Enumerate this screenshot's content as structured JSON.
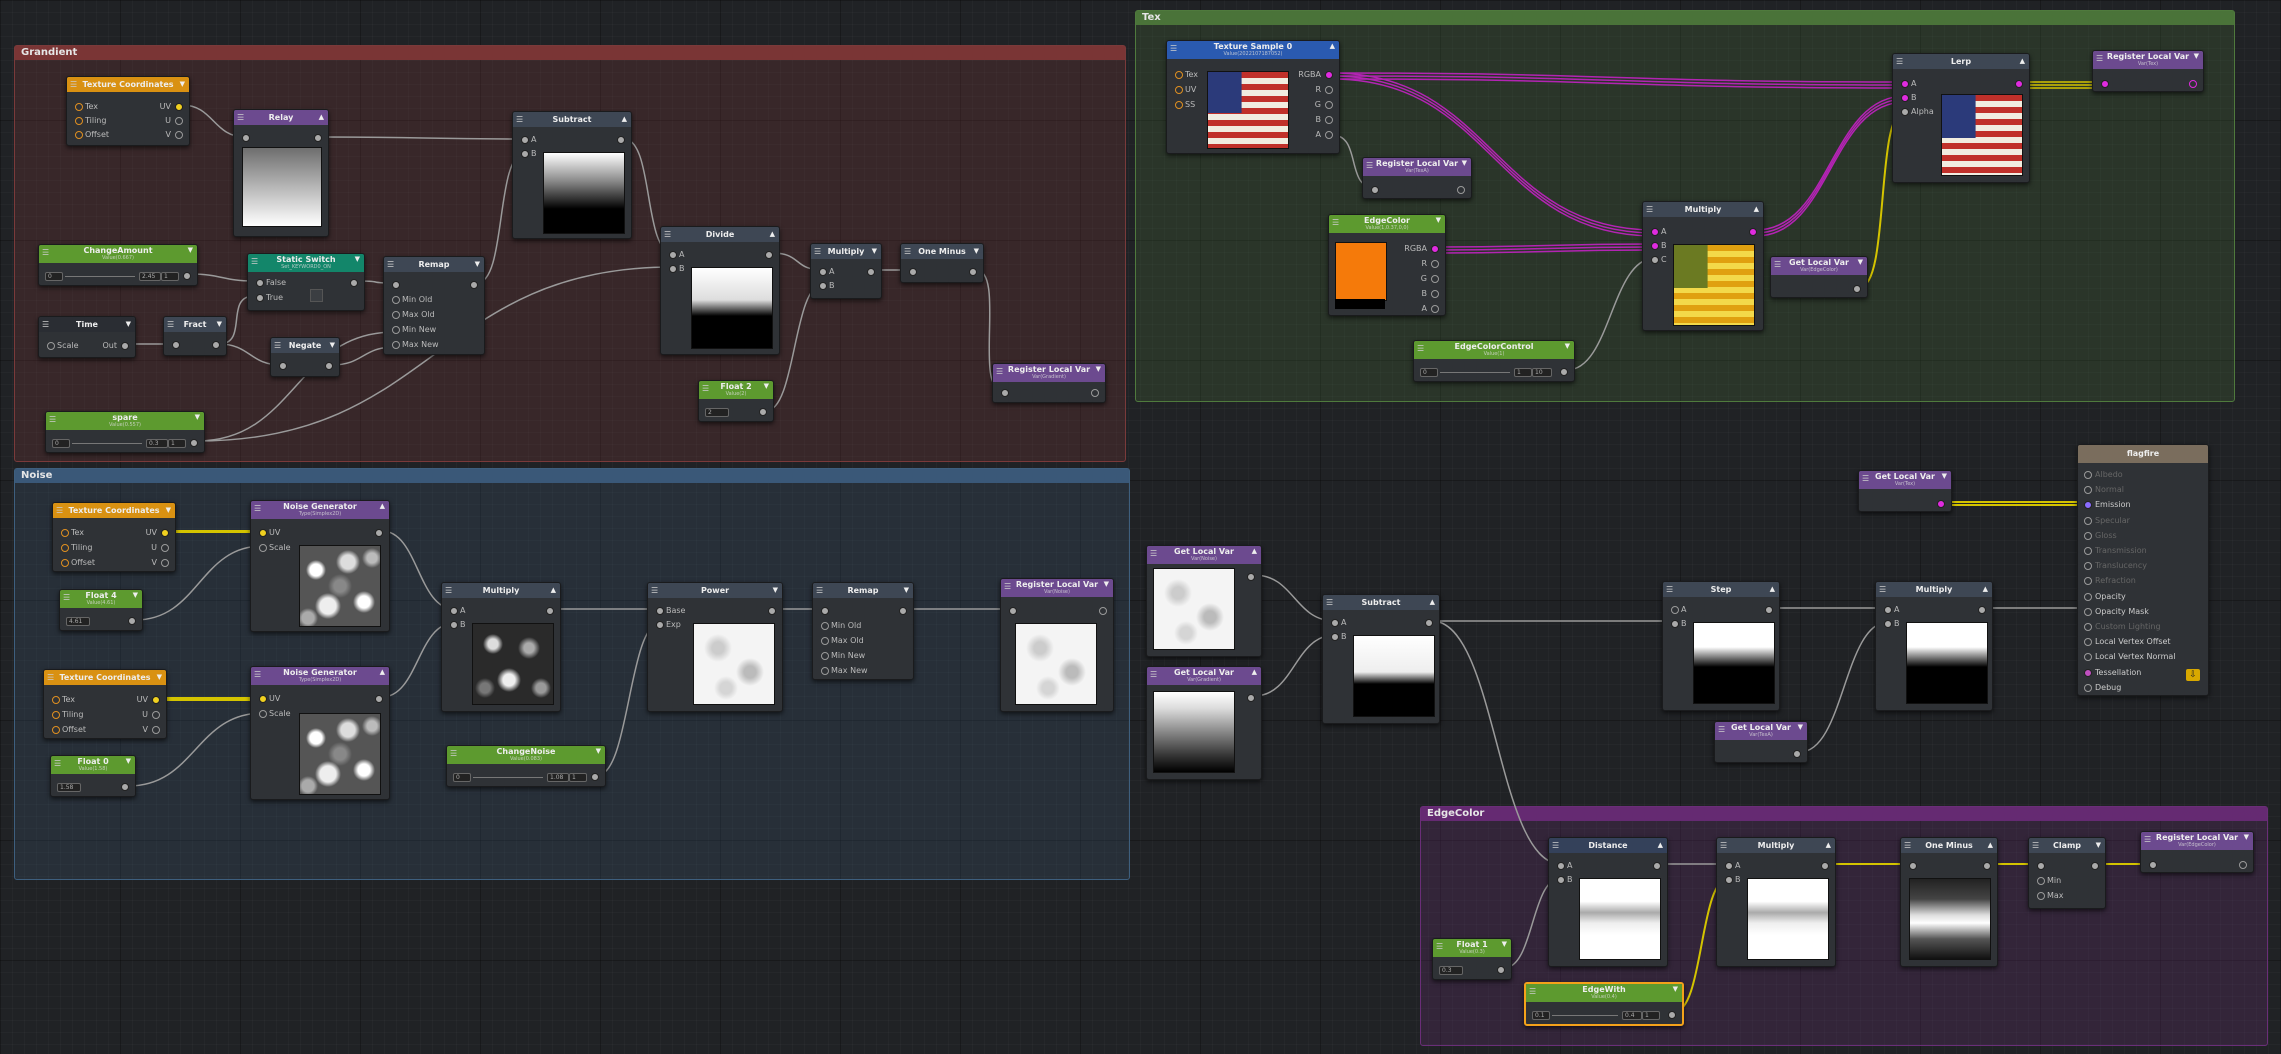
{
  "groups": {
    "gradient": {
      "title": "Grandient",
      "color": "#8c3b3b"
    },
    "noise": {
      "title": "Noise",
      "color": "#3e5f7e"
    },
    "tex": {
      "title": "Tex",
      "color": "#4f7a3d"
    },
    "edgecolor": {
      "title": "EdgeColor",
      "color": "#6a2e78"
    }
  },
  "ports": {
    "tex": "Tex",
    "tiling": "Tiling",
    "offset": "Offset",
    "uv": "UV",
    "u": "U",
    "v": "V",
    "a": "A",
    "b": "B",
    "c": "C",
    "alpha": "Alpha",
    "rgba": "RGBA",
    "r": "R",
    "g": "G",
    "ss": "SS",
    "false": "False",
    "true": "True",
    "scale": "Scale",
    "out": "Out",
    "base": "Base",
    "exp": "Exp",
    "min_old": "Min Old",
    "max_old": "Max Old",
    "min_new": "Min New",
    "max_new": "Max New",
    "min": "Min",
    "max": "Max"
  },
  "nodes": {
    "texcoord1": {
      "title": "Texture Coordinates"
    },
    "relay": {
      "title": "Relay"
    },
    "subtract1": {
      "title": "Subtract"
    },
    "changeamount": {
      "title": "ChangeAmount",
      "caption": "Value(0.667)",
      "field": "0",
      "field2": "2.45",
      "field3": "1"
    },
    "staticswitch": {
      "title": "Static Switch",
      "caption": "Set_KEYWORD0_ON"
    },
    "remap1": {
      "title": "Remap"
    },
    "time": {
      "title": "Time"
    },
    "fract": {
      "title": "Fract"
    },
    "negate": {
      "title": "Negate"
    },
    "divide": {
      "title": "Divide"
    },
    "multiply1": {
      "title": "Multiply"
    },
    "oneminus1": {
      "title": "One Minus"
    },
    "float2": {
      "title": "Float 2",
      "caption": "Value(2)",
      "field": "2"
    },
    "reglocal_gradient": {
      "title": "Register Local Var",
      "caption": "Var(Gradient)"
    },
    "spare": {
      "title": "spare",
      "caption": "Value(0.557)",
      "field": "0",
      "field2": "0.3",
      "field3": "1"
    },
    "texcoord2": {
      "title": "Texture Coordinates"
    },
    "noisegen1": {
      "title": "Noise Generator",
      "caption": "Type(Simplex2D)"
    },
    "float4": {
      "title": "Float 4",
      "caption": "Value(4.61)",
      "field": "4.61"
    },
    "multiply2": {
      "title": "Multiply"
    },
    "power": {
      "title": "Power"
    },
    "remap2": {
      "title": "Remap"
    },
    "reglocal_noise": {
      "title": "Register Local Var",
      "caption": "Var(Noise)"
    },
    "texcoord3": {
      "title": "Texture Coordinates"
    },
    "noisegen2": {
      "title": "Noise Generator",
      "caption": "Type(Simplex2D)"
    },
    "float0": {
      "title": "Float 0",
      "caption": "Value(1.58)",
      "field": "1.58"
    },
    "changenoise": {
      "title": "ChangeNoise",
      "caption": "Value(0.083)",
      "field": "0",
      "field2": "1.08",
      "field3": "1"
    },
    "texsample": {
      "title": "Texture Sample 0",
      "caption": "Value(2022107187052)"
    },
    "lerp": {
      "title": "Lerp"
    },
    "reglocal_tex": {
      "title": "Register Local Var",
      "caption": "Var(Tex)"
    },
    "reglocal_texa": {
      "title": "Register Local Var",
      "caption": "Var(TexA)"
    },
    "edgecolor": {
      "title": "EdgeColor",
      "caption": "Value(1,0.37,0,0)"
    },
    "multiply3": {
      "title": "Multiply"
    },
    "getlocal_edgecolor": {
      "title": "Get Local Var",
      "caption": "Var(EdgeColor)"
    },
    "edgecolorcontrol": {
      "title": "EdgeColorControl",
      "caption": "Value(1)",
      "field": "0",
      "field2": "1",
      "field3": "10"
    },
    "getlocal_tex": {
      "title": "Get Local Var",
      "caption": "Var(Tex)"
    },
    "getlocal_noise": {
      "title": "Get Local Var",
      "caption": "Var(Noise)"
    },
    "getlocal_gradient": {
      "title": "Get Local Var",
      "caption": "Var(Gradient)"
    },
    "subtract2": {
      "title": "Subtract"
    },
    "step": {
      "title": "Step"
    },
    "multiply4": {
      "title": "Multiply"
    },
    "getlocal_texa": {
      "title": "Get Local Var",
      "caption": "Var(TexA)"
    },
    "distance": {
      "title": "Distance"
    },
    "multiply5": {
      "title": "Multiply"
    },
    "oneminus2": {
      "title": "One Minus"
    },
    "clamp": {
      "title": "Clamp"
    },
    "reglocal_edgecolor": {
      "title": "Register Local Var",
      "caption": "Var(EdgeColor)"
    },
    "float1": {
      "title": "Float 1",
      "caption": "Value(0.3)",
      "field": "0.3"
    },
    "edgewith": {
      "title": "EdgeWith",
      "caption": "Value(0.4)",
      "field": "0.1",
      "field2": "0.4",
      "field3": "1"
    }
  },
  "master": {
    "title": "flagfire",
    "outputs": [
      {
        "label": "Albedo",
        "active": false
      },
      {
        "label": "Normal",
        "active": false
      },
      {
        "label": "Emission",
        "active": true
      },
      {
        "label": "Specular",
        "active": false
      },
      {
        "label": "Gloss",
        "active": false
      },
      {
        "label": "Transmission",
        "active": false
      },
      {
        "label": "Translucency",
        "active": false
      },
      {
        "label": "Refraction",
        "active": false
      },
      {
        "label": "Opacity",
        "active": true
      },
      {
        "label": "Opacity Mask",
        "active": true
      },
      {
        "label": "Custom Lighting",
        "active": false
      },
      {
        "label": "Local Vertex Offset",
        "active": true
      },
      {
        "label": "Local Vertex Normal",
        "active": true
      },
      {
        "label": "Tessellation",
        "active": true
      },
      {
        "label": "Debug",
        "active": true
      }
    ]
  },
  "colors": {
    "wire": "#9a9a9a",
    "vector_wire": "#d4c400",
    "color_wire": "#b324b3"
  }
}
